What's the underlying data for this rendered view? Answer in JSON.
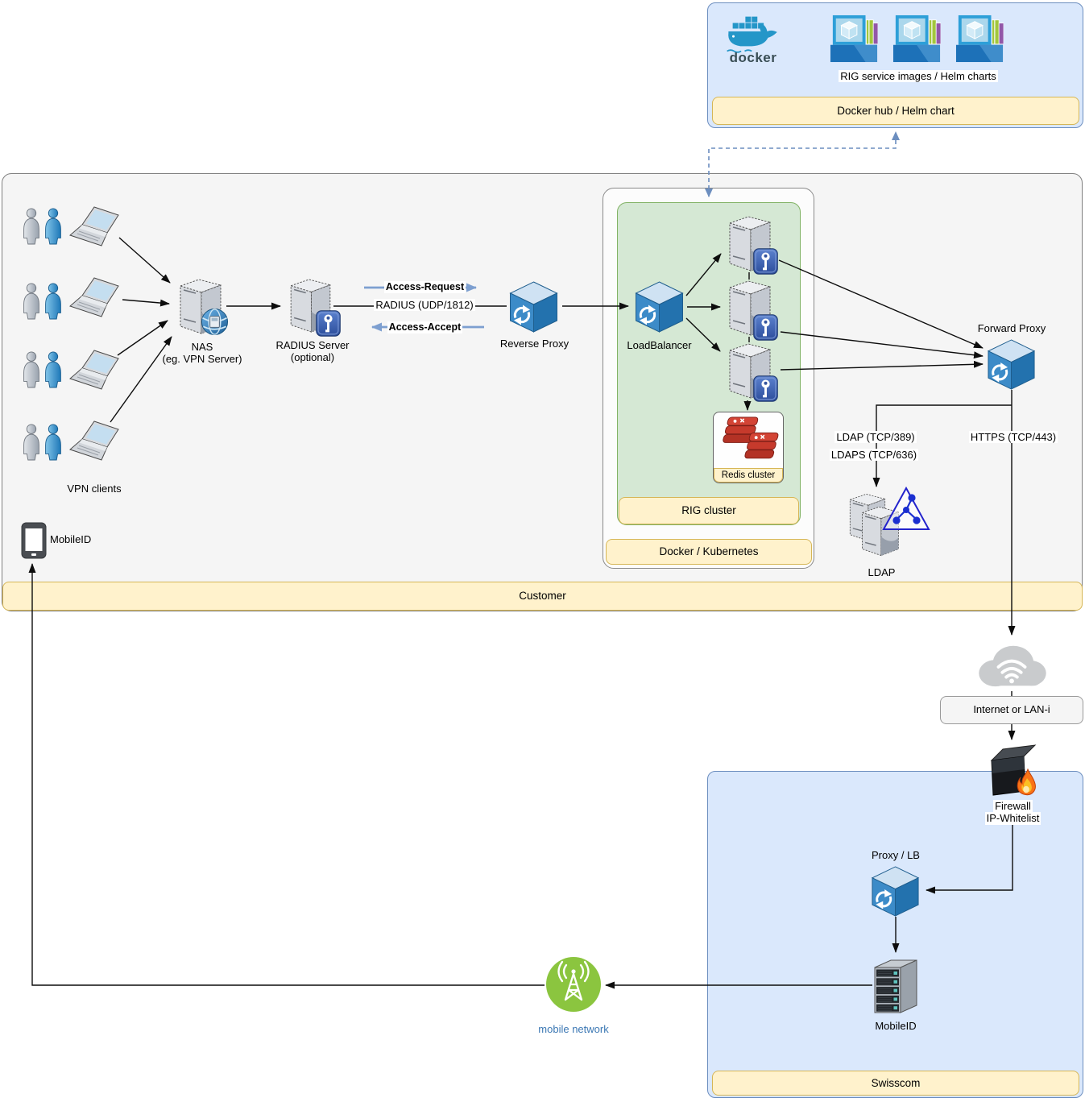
{
  "colors": {
    "zone_blue_fill": "#dae8fc",
    "zone_blue_border": "#6c8ebf",
    "zone_green_fill": "#d5e8d4",
    "zone_green_border": "#82b366",
    "bar_yellow_fill": "#fff2cc",
    "bar_yellow_border": "#d6b656",
    "customer_fill": "#f5f5f5",
    "arrow_blue": "#7d9fd0",
    "dashed_blue": "#6c8ebf",
    "cube_front_blue": "#3c8bc8",
    "redis_red": "#c63a2c",
    "mobile_green": "#8bc53f",
    "docker_teal": "#2496c8"
  },
  "docker_hub": {
    "bar_label": "Docker hub / Helm chart",
    "caption": "RIG service images / Helm charts",
    "logo_text": "docker"
  },
  "customer_zone": {
    "bar_label": "Customer",
    "vpn_clients_label": "VPN clients",
    "mobileid_label": "MobileID"
  },
  "nas": {
    "name": "NAS",
    "subtitle": "(eg. VPN Server)"
  },
  "radius_server": {
    "name": "RADIUS Server",
    "subtitle": "(optional)"
  },
  "radius_flow": {
    "request": "Access-Request",
    "protocol": "RADIUS (UDP/1812)",
    "accept": "Access-Accept"
  },
  "proxies": {
    "reverse": "Reverse Proxy",
    "load_balancer": "LoadBalancer",
    "forward": "Forward Proxy",
    "proxy_lb": "Proxy / LB"
  },
  "rig": {
    "redis_label": "Redis cluster",
    "cluster_label": "RIG cluster",
    "platform_label": "Docker / Kubernetes"
  },
  "connections": {
    "ldap_plain": "LDAP (TCP/389)",
    "ldap_secure": "LDAPS (TCP/636)",
    "https": "HTTPS (TCP/443)"
  },
  "directory": {
    "ldap_label": "LDAP"
  },
  "internet": {
    "label": "Internet or LAN-i"
  },
  "swisscom_zone": {
    "bar_label": "Swisscom",
    "firewall_line1": "Firewall",
    "firewall_line2": "IP-Whitelist",
    "mobileid_label": "MobileID",
    "mobile_network_label": "mobile network"
  }
}
